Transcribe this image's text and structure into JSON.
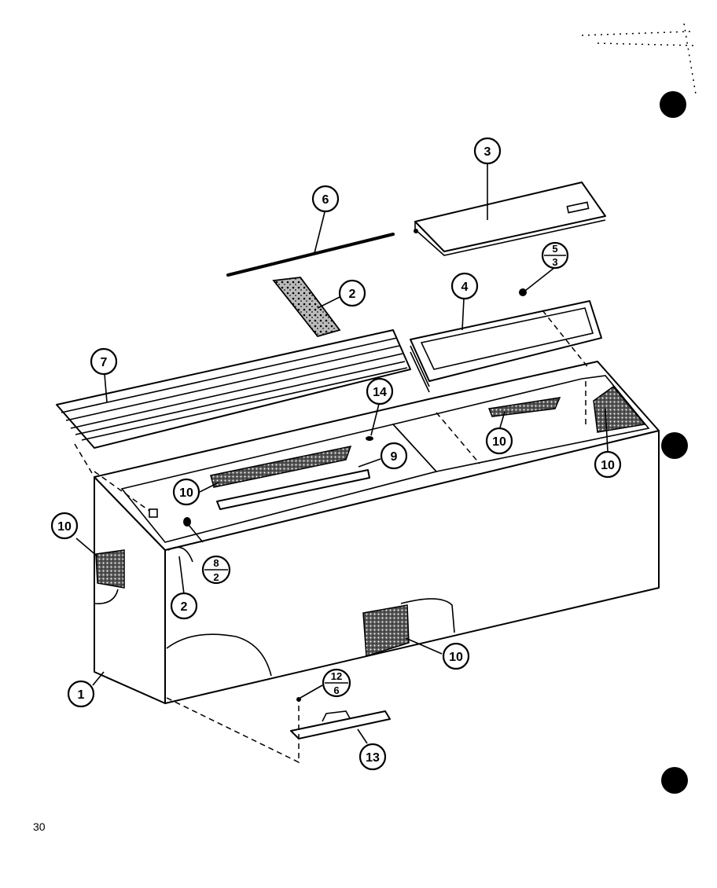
{
  "page_number": "30",
  "callouts": {
    "c1": "1",
    "c2a": "2",
    "c2b": "2",
    "c3": "3",
    "c4": "4",
    "c6": "6",
    "c7": "7",
    "c9": "9",
    "c10a": "10",
    "c10b": "10",
    "c10c": "10",
    "c10d": "10",
    "c10e": "10",
    "c13": "13",
    "c14": "14"
  },
  "fractions": {
    "f5_3": {
      "top": "5",
      "bottom": "3"
    },
    "f8_2": {
      "top": "8",
      "bottom": "2"
    },
    "f12_6": {
      "top": "12",
      "bottom": "6"
    }
  },
  "colors": {
    "ink": "#000000",
    "paper": "#ffffff"
  }
}
